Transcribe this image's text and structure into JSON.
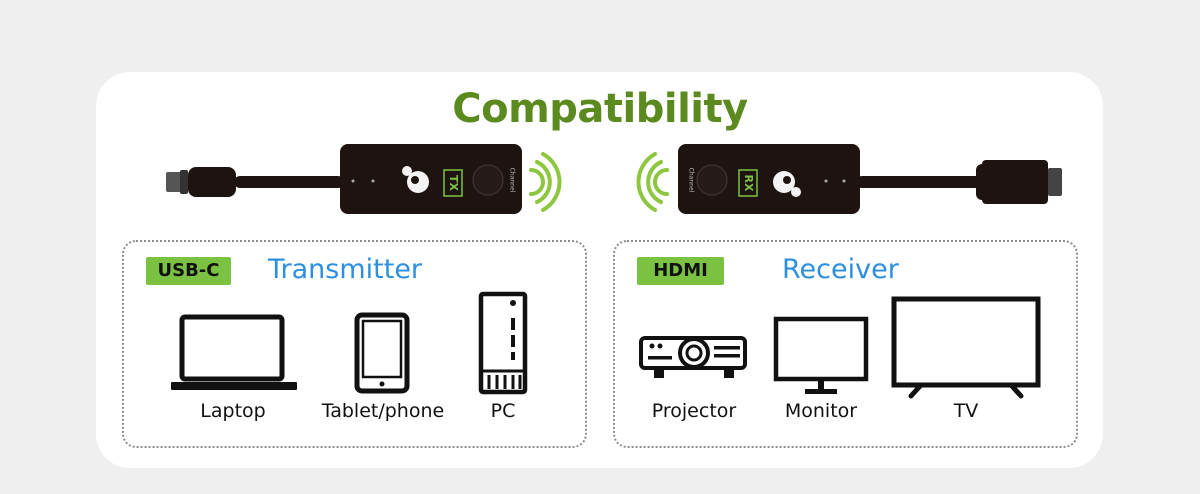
{
  "title": "Compatibility",
  "transmitter": {
    "port": "USB-C",
    "heading": "Transmitter",
    "tx_tag": "TX",
    "channel": "Channel",
    "devices": [
      {
        "label": "Laptop",
        "icon": "laptop-icon"
      },
      {
        "label": "Tablet/phone",
        "icon": "tablet-icon"
      },
      {
        "label": "PC",
        "icon": "pc-tower-icon"
      }
    ]
  },
  "receiver": {
    "port": "HDMI",
    "heading": "Receiver",
    "rx_tag": "RX",
    "channel": "Channel",
    "devices": [
      {
        "label": "Projector",
        "icon": "projector-icon"
      },
      {
        "label": "Monitor",
        "icon": "monitor-icon"
      },
      {
        "label": "TV",
        "icon": "tv-icon"
      }
    ]
  },
  "colors": {
    "title": "#5b8a1f",
    "accent_green": "#7cc242",
    "heading_blue": "#2d8fe0",
    "dongle": "#1d1412"
  }
}
